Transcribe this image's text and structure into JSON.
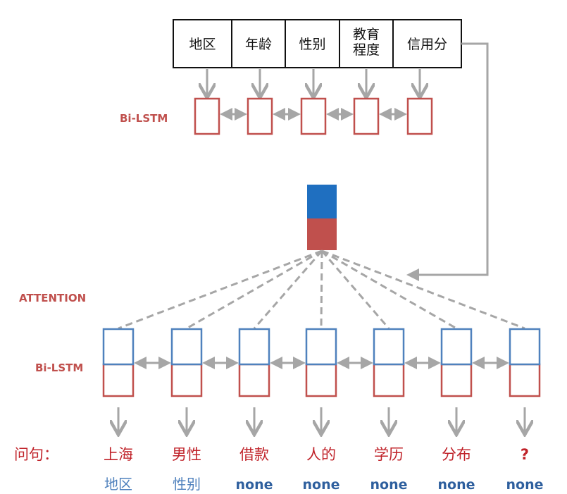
{
  "features": [
    "地区",
    "年龄",
    "性别",
    [
      "教育",
      "程度"
    ],
    "信用分"
  ],
  "labels": {
    "top_lstm": "Bi-LSTM",
    "attention": "ATTENTION",
    "bottom_lstm": "Bi-LSTM",
    "question": "问句："
  },
  "tokens": [
    {
      "word": "上海",
      "tag": "地区"
    },
    {
      "word": "男性",
      "tag": "性别"
    },
    {
      "word": "借款",
      "tag": "none"
    },
    {
      "word": "人的",
      "tag": "none"
    },
    {
      "word": "学历",
      "tag": "none"
    },
    {
      "word": "分布",
      "tag": "none"
    },
    {
      "word": "?",
      "tag": "none"
    }
  ],
  "colors": {
    "red": "#c0504d",
    "blue": "#4f81bd",
    "attn_blue": "#1f6fc0",
    "attn_red": "#c0504d",
    "gray": "#a6a6a6"
  }
}
